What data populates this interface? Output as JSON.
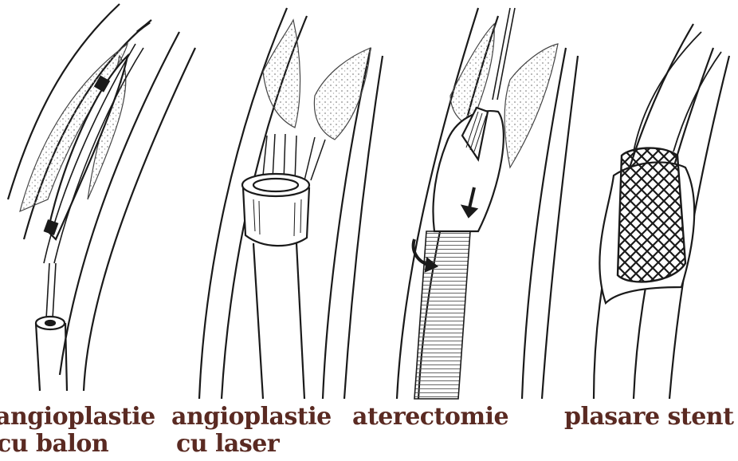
{
  "panels": [
    {
      "id": "balloon",
      "caption_lines": [
        "angioplastie",
        "cu balon"
      ]
    },
    {
      "id": "laser",
      "caption_lines": [
        "angioplastie",
        "cu laser"
      ]
    },
    {
      "id": "atherectomy",
      "caption_lines": [
        "aterectomie"
      ]
    },
    {
      "id": "stent",
      "caption_lines": [
        "plasare stent"
      ]
    }
  ],
  "colors": {
    "caption": "#5a2a22",
    "line": "#1a1a1a",
    "plaque": "#9a9a9a",
    "fill": "#ffffff"
  }
}
